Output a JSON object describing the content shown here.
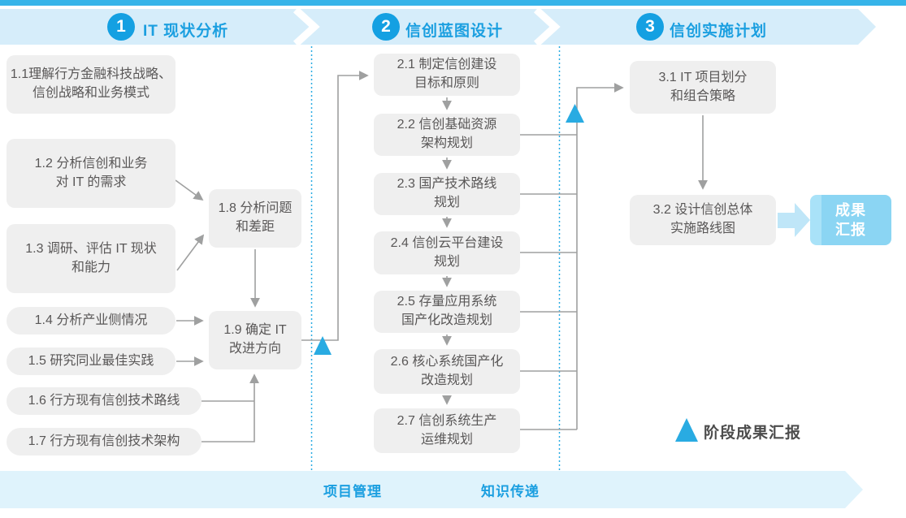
{
  "colors": {
    "accent_blue": "#1b9fe0",
    "circle_blue": "#14a0e2",
    "band_light_blue": "#d6edfa",
    "bottom_band_blue": "#dff3fc",
    "top_strip_blue": "#36b4e9",
    "box_gray": "#efefef",
    "box_text_gray": "#595757",
    "connector_gray": "#9fa0a0",
    "milestone_triangle_blue": "#29abe2",
    "result_box_blue": "#8bd5f3",
    "result_text_white": "#ffffff"
  },
  "phases": [
    {
      "number": "1",
      "title": "IT 现状分析"
    },
    {
      "number": "2",
      "title": "信创蓝图设计"
    },
    {
      "number": "3",
      "title": "信创实施计划"
    }
  ],
  "phase1_boxes": [
    {
      "label": "1.1理解行方金融科技战略、\n信创战略和业务模式"
    },
    {
      "label": "1.2 分析信创和业务\n对 IT 的需求"
    },
    {
      "label": "1.3 调研、评估 IT 现状\n和能力"
    },
    {
      "label": "1.4 分析产业侧情况"
    },
    {
      "label": "1.5 研究同业最佳实践"
    },
    {
      "label": "1.6 行方现有信创技术路线"
    },
    {
      "label": "1.7 行方现有信创技术架构"
    },
    {
      "label": "1.8 分析问题\n和差距"
    },
    {
      "label": "1.9 确定 IT\n改进方向"
    }
  ],
  "phase2_boxes": [
    {
      "label": "2.1 制定信创建设\n目标和原则"
    },
    {
      "label": "2.2 信创基础资源\n架构规划"
    },
    {
      "label": "2.3 国产技术路线\n规划"
    },
    {
      "label": "2.4 信创云平台建设\n规划"
    },
    {
      "label": "2.5 存量应用系统\n国产化改造规划"
    },
    {
      "label": "2.6 核心系统国产化\n改造规划"
    },
    {
      "label": "2.7 信创系统生产\n运维规划"
    }
  ],
  "phase3_boxes": [
    {
      "label": "3.1 IT 项目划分\n和组合策略"
    },
    {
      "label": "3.2 设计信创总体\n实施路线图"
    }
  ],
  "result_box": {
    "label": "成果\n汇报"
  },
  "legend": {
    "label": "阶段成果汇报"
  },
  "bottom_band": {
    "items": [
      {
        "label": "项目管理"
      },
      {
        "label": "知识传递"
      }
    ]
  }
}
